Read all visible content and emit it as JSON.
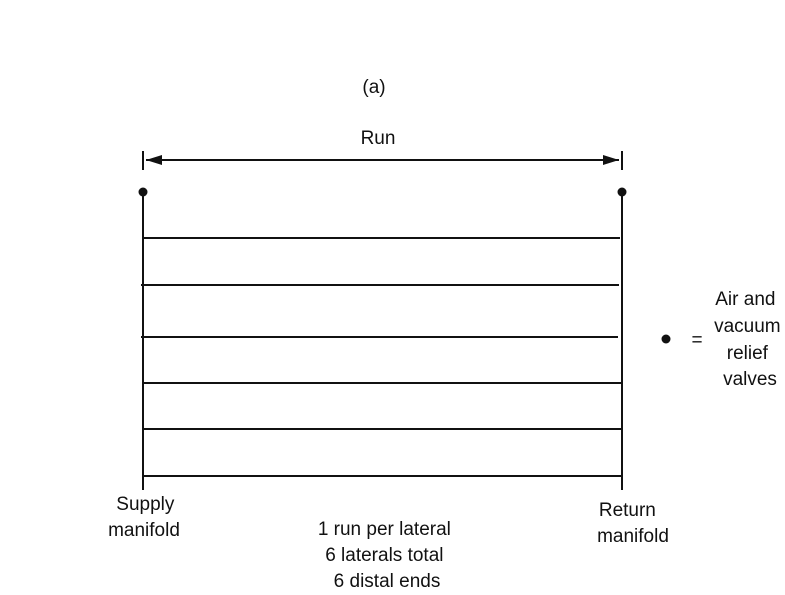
{
  "panel_label": "(a)",
  "run_label": "Run",
  "supply_manifold": [
    "Supply",
    "manifold"
  ],
  "return_manifold": [
    "Return",
    "manifold"
  ],
  "summary": [
    "1 run per lateral",
    "6 laterals total",
    "6 distal ends"
  ],
  "legend": {
    "equals": "=",
    "text": [
      "Air and",
      "vacuum",
      "relief",
      "valves"
    ]
  },
  "lateral_count": 6,
  "valve_count": 2
}
